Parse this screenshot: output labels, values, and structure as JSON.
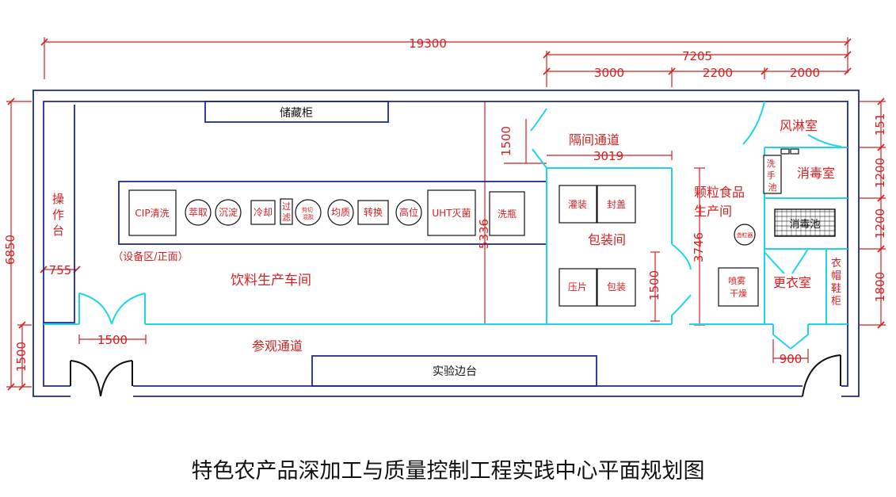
{
  "title": "特色农产品深加工与质量控制工程实践中心平面规划图",
  "dimensions": {
    "total_width": "19300",
    "right_width": "7205",
    "seg_a": "3000",
    "seg_b": "2200",
    "seg_c": "2000",
    "total_height": "6850",
    "bottom_band": "1500",
    "aisle_width": "3019",
    "aisle_height": "1500",
    "inner_height": "5336",
    "mid_height": "3746",
    "pkg_door": "1500",
    "side_755": "755",
    "door_1500": "1500",
    "door_900": "900",
    "r1": "151",
    "r2": "1200",
    "r3": "1200",
    "r4": "1800"
  },
  "rooms": {
    "beverage_hall": "饮料生产车间",
    "equipment_note": "（设备区/正面）",
    "storage": "储藏柜",
    "console": "操作台",
    "corridor": "参观通道",
    "lab_bench": "实验边台",
    "aisle": "隔间通道",
    "packaging": "包装间",
    "granule": "颗粒食品生产间",
    "air_shower": "风淋室",
    "disinfect_room": "消毒室",
    "hand_wash": "洗手池",
    "disinfect_pool": "消毒池",
    "changing": "更衣室",
    "wardrobe": "衣帽鞋柜"
  },
  "equipment": {
    "cip": "CIP清洗",
    "extract": "萃取",
    "settle": "沉淀",
    "cool": "冷却",
    "filter": "过滤",
    "shear": "剪切混胶",
    "homog": "均质",
    "transfer": "转换",
    "high_tank": "高位",
    "uht": "UHT灭菌",
    "bottle_wash": "洗瓶",
    "filling": "灌装",
    "capping": "封盖",
    "press": "压片",
    "pack": "包装",
    "granulator": "造粒器",
    "spray_dry": "喷雾干燥"
  }
}
